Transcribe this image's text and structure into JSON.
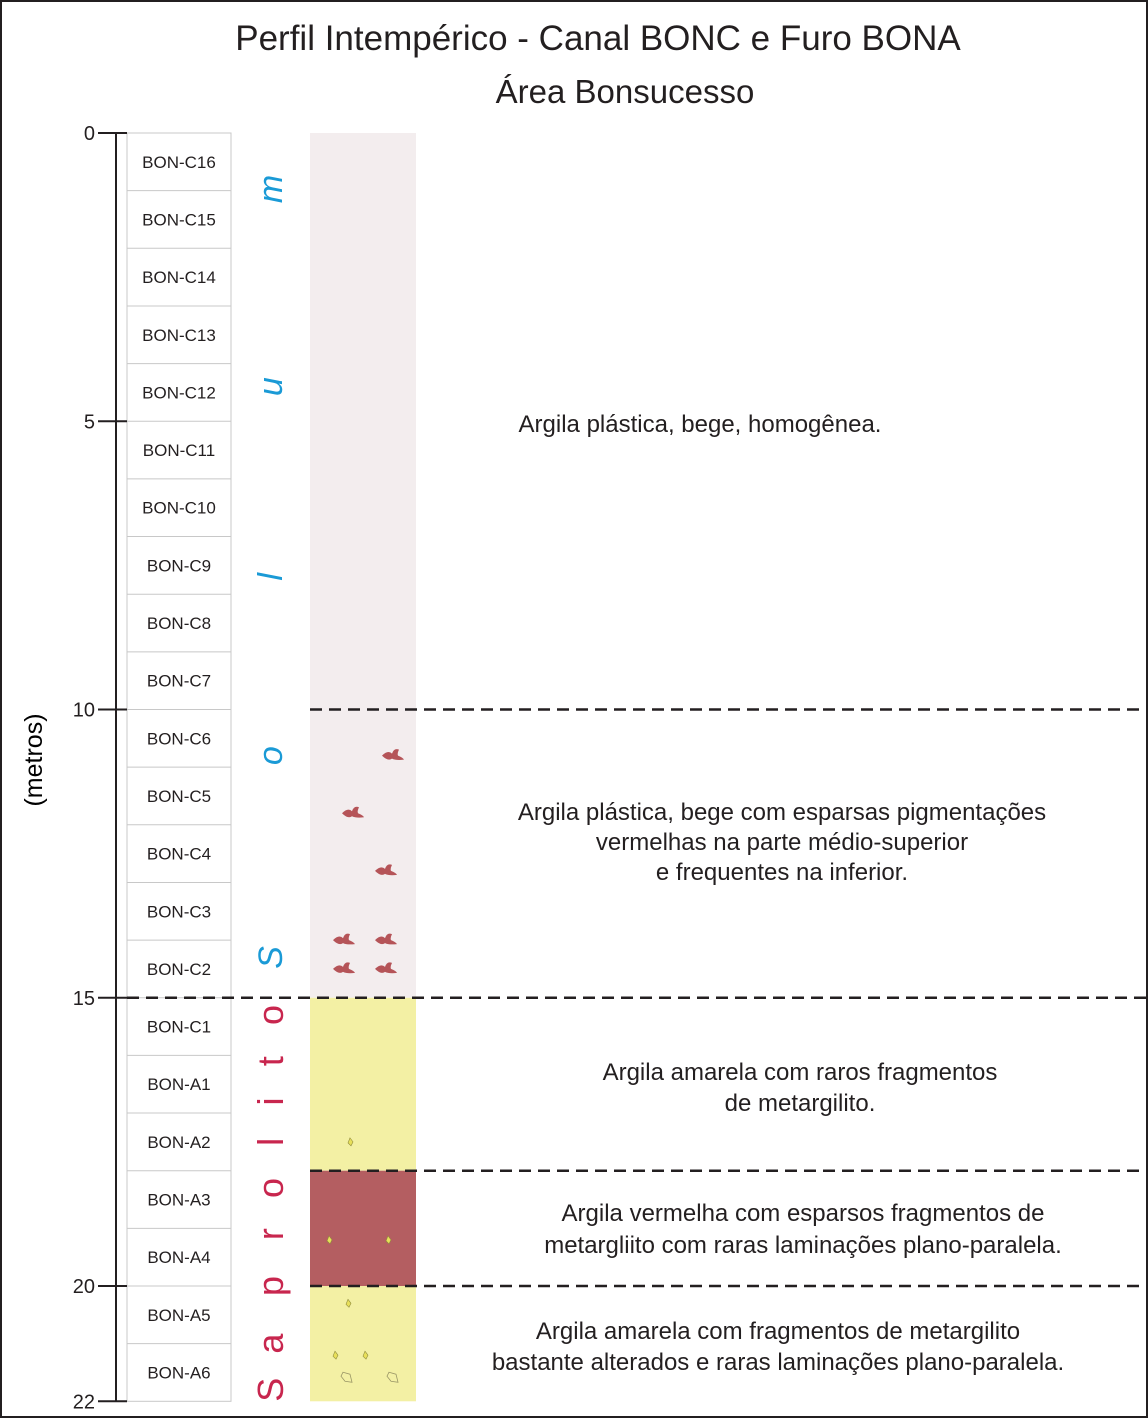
{
  "title": "Perfil Intempérico - Canal BONC e Furo BONA",
  "subtitle": "Área Bonsucesso",
  "axis": {
    "label": "(metros)",
    "ticks": [
      {
        "value": 0,
        "label": "0"
      },
      {
        "value": 5,
        "label": "5"
      },
      {
        "value": 10,
        "label": "10"
      },
      {
        "value": 15,
        "label": "15"
      },
      {
        "value": 20,
        "label": "20"
      },
      {
        "value": 22,
        "label": "22"
      }
    ],
    "range": [
      0,
      22
    ]
  },
  "samples": [
    "BON-C16",
    "BON-C15",
    "BON-C14",
    "BON-C13",
    "BON-C12",
    "BON-C11",
    "BON-C10",
    "BON-C9",
    "BON-C8",
    "BON-C7",
    "BON-C6",
    "BON-C5",
    "BON-C4",
    "BON-C3",
    "BON-C2",
    "BON-C1",
    "BON-A1",
    "BON-A2",
    "BON-A3",
    "BON-A4",
    "BON-A5",
    "BON-A6"
  ],
  "horizon_labels": {
    "solum": {
      "letters": [
        "m",
        "u",
        "l",
        "o",
        "S"
      ],
      "color": "#1a9ad6"
    },
    "saprolito": {
      "letters": [
        "o",
        "t",
        "i",
        "l",
        "o",
        "r",
        "p",
        "a",
        "S"
      ],
      "color": "#c8264e"
    }
  },
  "layers": [
    {
      "from": 0,
      "to": 10,
      "color": "#f3edee",
      "description": [
        "Argila plástica, bege, homogênea."
      ]
    },
    {
      "from": 10,
      "to": 15,
      "color": "#f3edee",
      "description": [
        "Argila plástica, bege com esparsas pigmentações",
        "vermelhas na parte médio-superior",
        "e frequentes na inferior."
      ]
    },
    {
      "from": 15,
      "to": 18,
      "color": "#f3f0a4",
      "description": [
        "Argila amarela com raros fragmentos",
        "de metargilito."
      ]
    },
    {
      "from": 18,
      "to": 20,
      "color": "#b45e61",
      "description": [
        "Argila vermelha com esparsos fragmentos de",
        "metargliito com raras laminações plano-paralela."
      ]
    },
    {
      "from": 20,
      "to": 22,
      "color": "#f3f0a4",
      "description": [
        "Argila amarela com fragmentos de metargilito",
        "bastante alterados e raras laminações plano-paralela."
      ]
    }
  ],
  "colors": {
    "pigment": "#b55458",
    "fragment": "#e8e05a",
    "line": "#231f20"
  }
}
